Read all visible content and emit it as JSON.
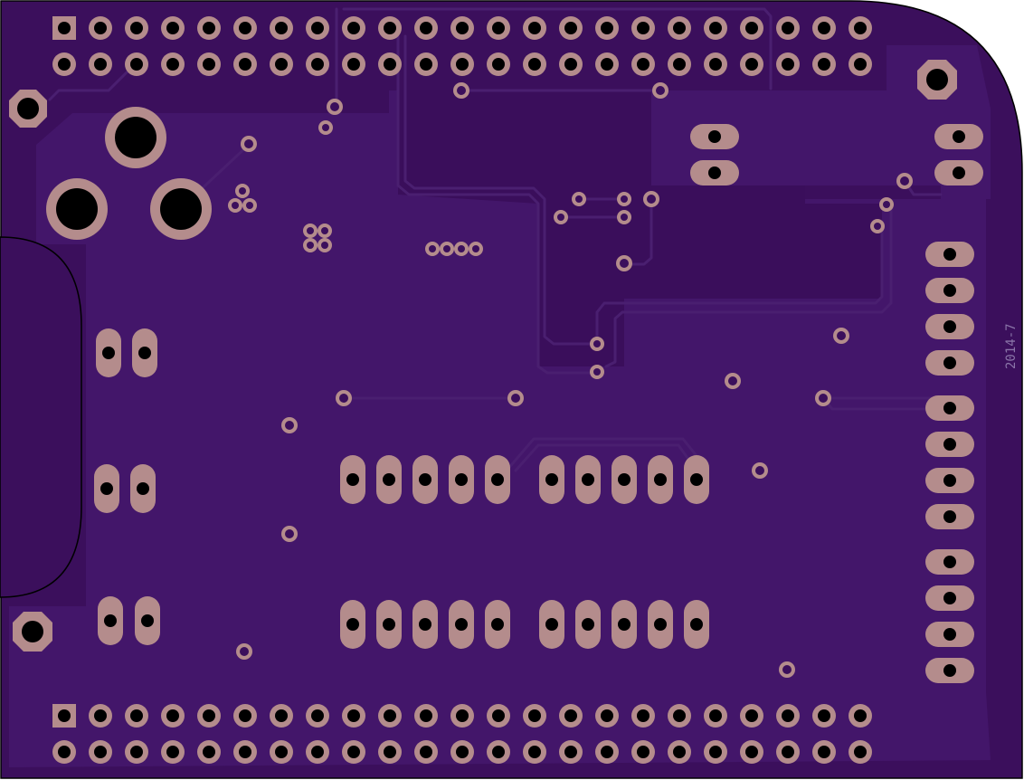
{
  "board": {
    "colors": {
      "substrate": "#3b0f5c",
      "copper_fill": "#43166a",
      "copper_region": "#3a0e5b",
      "pad": "#b48c8c",
      "drill": "#000000",
      "outline": "#000000",
      "silkscreen": "#8a74a8"
    },
    "silkscreen_text": "2014-7",
    "header_top_rows": 2,
    "header_bottom_rows": 2,
    "header_pins_per_row": 23,
    "right_connector_pads": 12,
    "icons": [
      "mounting-hole-icon",
      "square-pin-1-icon"
    ]
  }
}
